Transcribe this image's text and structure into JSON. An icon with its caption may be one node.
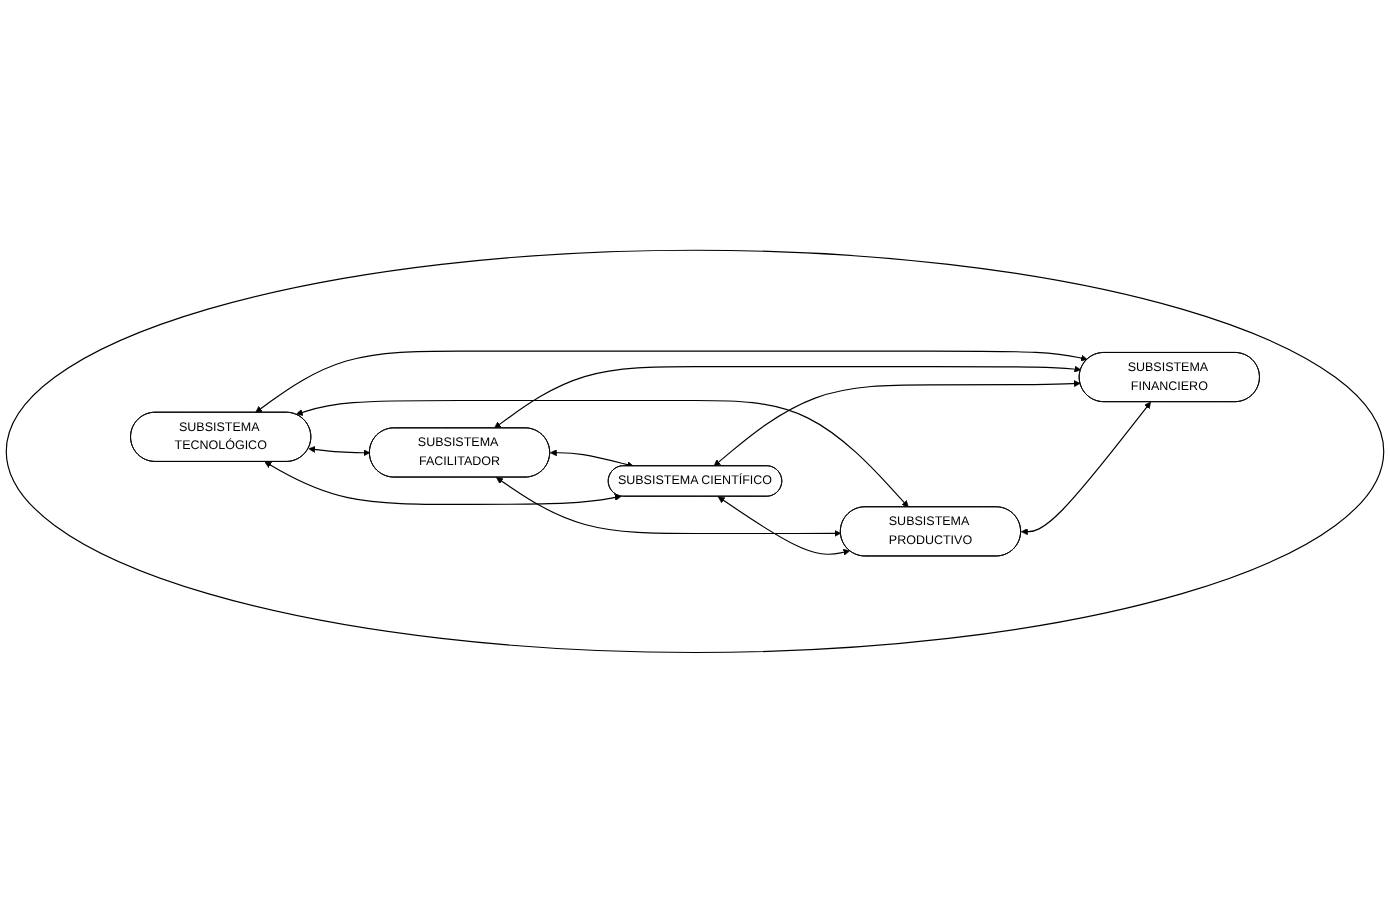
{
  "diagram": {
    "nodes": [
      {
        "text": [],
        "shape": "ellipse"
      },
      {
        "text": [
          "SUBSISTEMA FACILITADOR"
        ],
        "in": 0
      },
      {
        "text": [
          "SUBSISTEMA TECNOLÓGICO"
        ],
        "in": 0
      },
      {
        "text": [
          "SUBSISTEMA CIENTÍFICO"
        ],
        "in": 0
      },
      {
        "text": [
          "SUBSISTEMA PRODUCTIVO"
        ],
        "in": 0
      },
      {
        "text": [
          "SUBSISTEMA FINANCIERO"
        ],
        "in": 0
      }
    ],
    "edges": [
      {
        "from": 2,
        "to": 1,
        "arrow": "both"
      },
      {
        "from": 1,
        "to": 3,
        "arrow": "both"
      },
      {
        "from": 2,
        "to": 4,
        "arrow": "both"
      },
      {
        "from": 2,
        "to": 3,
        "arrow": "both"
      },
      {
        "from": 2,
        "to": 5,
        "arrow": "both"
      },
      {
        "from": 1,
        "to": 4,
        "arrow": "both"
      },
      {
        "from": 1,
        "to": 5,
        "arrow": "both"
      },
      {
        "from": 3,
        "to": 4,
        "arrow": "both"
      },
      {
        "from": 3,
        "to": 5,
        "arrow": "both"
      },
      {
        "from": 4,
        "to": 5,
        "arrow": "both"
      }
    ]
  }
}
